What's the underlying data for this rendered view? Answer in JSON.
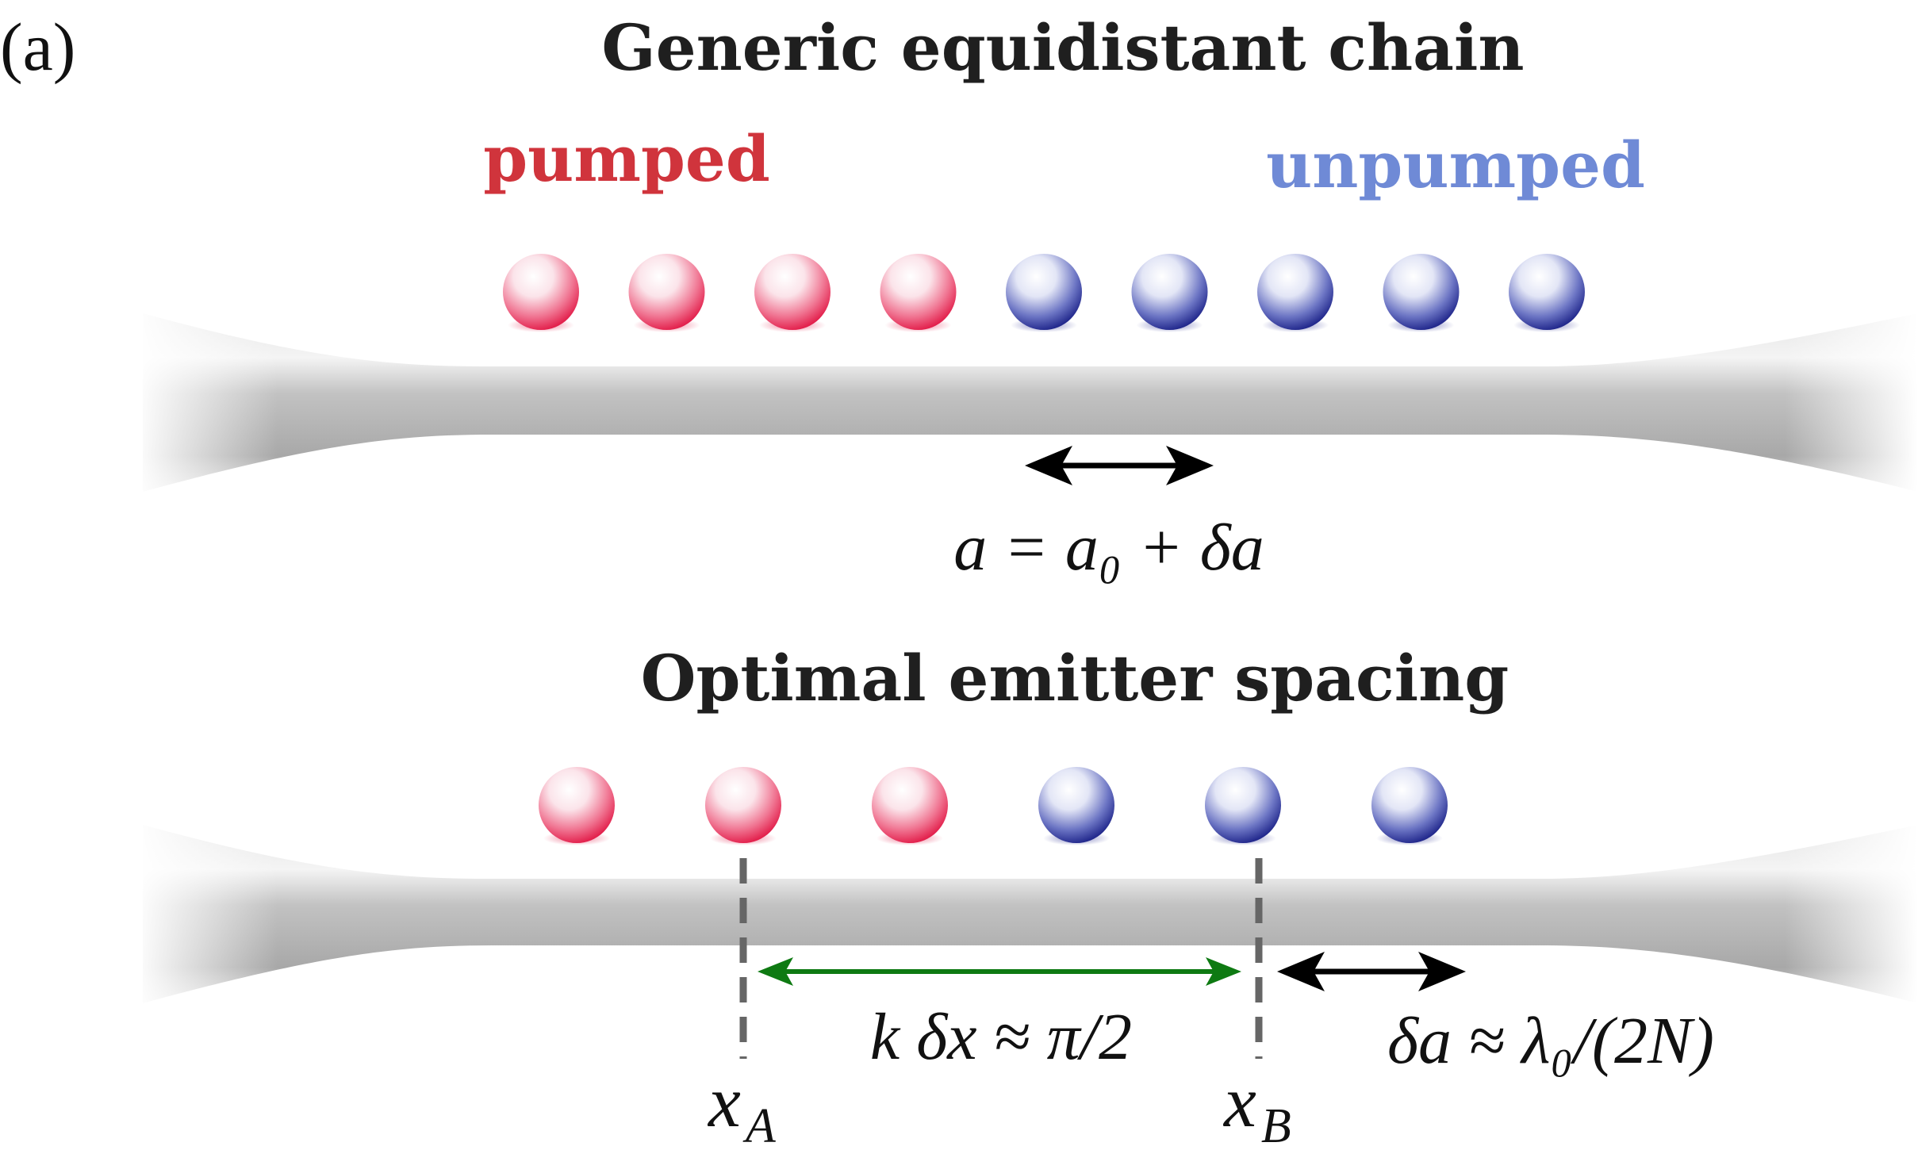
{
  "panel_label": "(a)",
  "top": {
    "title": "Generic equidistant chain",
    "pumped_label": "pumped",
    "unpumped_label": "unpumped",
    "pumped_count": 4,
    "unpumped_count": 5,
    "spacing_label": "a = a₀ + δa"
  },
  "bottom": {
    "title": "Optimal emitter spacing",
    "pumped_count": 3,
    "unpumped_count": 3,
    "phase_label": "k δx ≈ π/2",
    "shift_label": "δa ≈ λ₀/(2N)",
    "xA_label": "x",
    "xA_sub": "A",
    "xB_label": "x",
    "xB_sub": "B"
  },
  "colors": {
    "pumped": "#e0103f",
    "unpumped": "#1a1f8a",
    "pumped_text": "#d0343c",
    "unpumped_text": "#6f8ad6",
    "green_arrow": "#0e7a12",
    "fiber": "#b8b8b8",
    "dashed": "#666666"
  }
}
